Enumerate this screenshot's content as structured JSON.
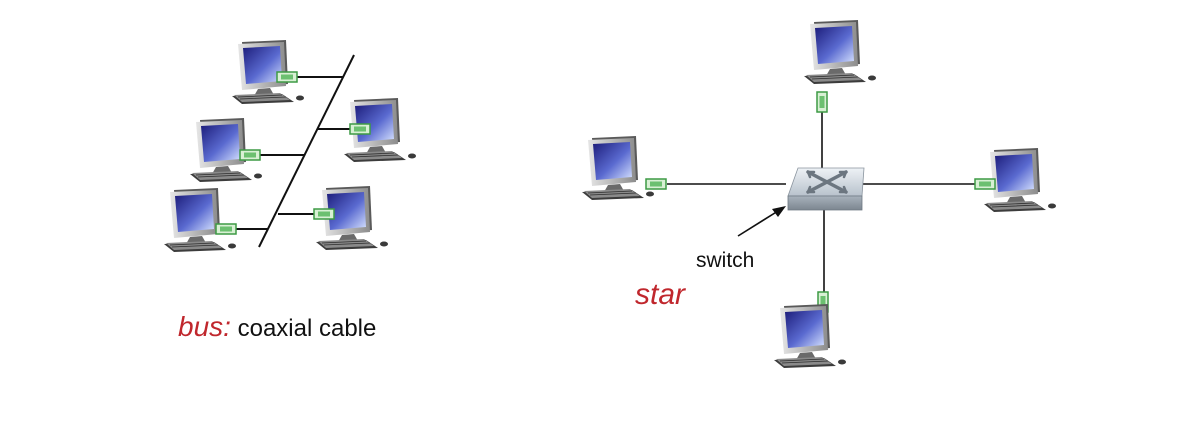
{
  "colors": {
    "accent_red": "#c0272d",
    "cable": "#1a1a1a",
    "adapter_green": "#4cb050",
    "adapter_fill": "#d8f0d4",
    "screen_dark": "#2a2a8c",
    "screen_light": "#c8d8ff",
    "computer_gray": "#9a9a9a"
  },
  "bus": {
    "label_keyword": "bus:",
    "label_rest": " coaxial cable",
    "computers": [
      {
        "id": "bus-pc-1"
      },
      {
        "id": "bus-pc-2"
      },
      {
        "id": "bus-pc-3"
      },
      {
        "id": "bus-pc-4"
      },
      {
        "id": "bus-pc-5"
      }
    ]
  },
  "star": {
    "label_keyword": "star",
    "switch_label": "switch",
    "computers": [
      {
        "id": "star-pc-top"
      },
      {
        "id": "star-pc-left"
      },
      {
        "id": "star-pc-right"
      },
      {
        "id": "star-pc-bottom"
      }
    ]
  },
  "icons": [
    "computer-icon",
    "switch-icon",
    "network-adapter-icon",
    "arrow-icon"
  ]
}
